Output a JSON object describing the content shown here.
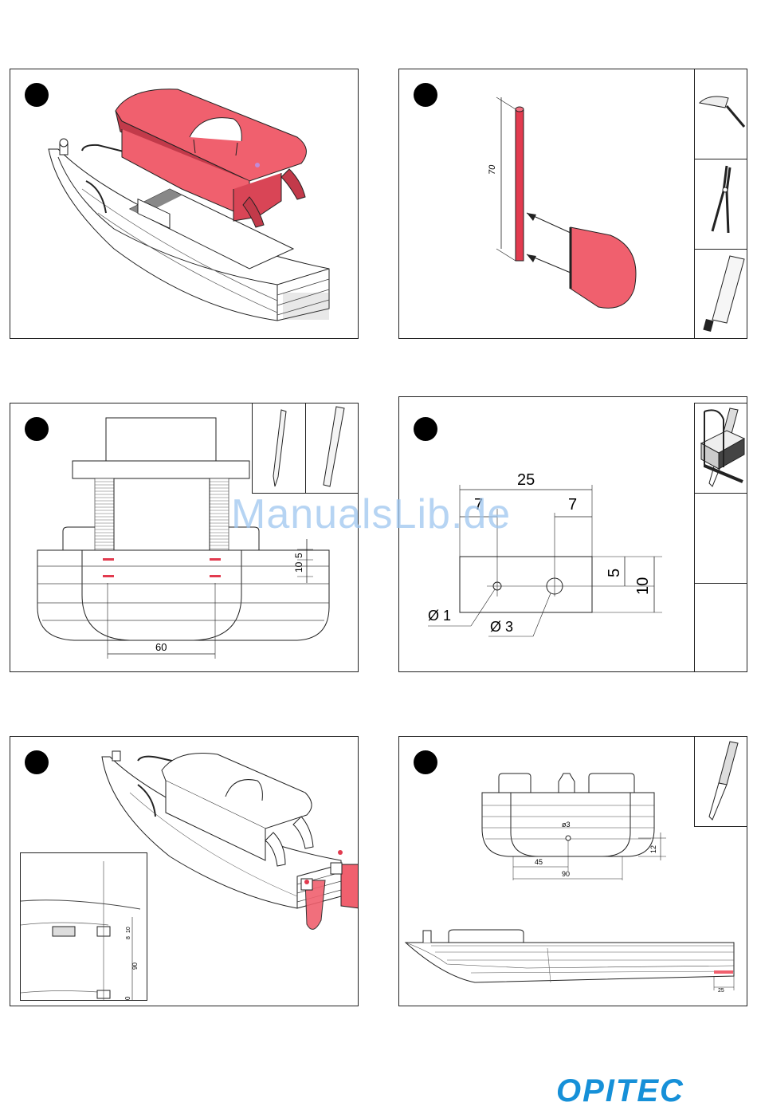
{
  "watermark": "ManualsLib.de",
  "brand": {
    "logo_text": "OPITEC",
    "color": "#1690d8"
  },
  "colors": {
    "part_highlight": "#f0606e",
    "ink": "#222222"
  },
  "panel2": {
    "dim_length": "70"
  },
  "panel3": {
    "dim_a": "10",
    "dim_b": "5",
    "dim_width": "60"
  },
  "panel4": {
    "dim_total": "25",
    "dim_left": "7",
    "dim_right": "7",
    "dim_height_small": "5",
    "dim_height": "10",
    "hole_small": "Ø 1",
    "hole_large": "Ø 3"
  },
  "panel5": {
    "inset_dim_a": "10",
    "inset_dim_b": "8",
    "inset_dim_c": "90",
    "inset_dim_d": "0"
  },
  "panel6": {
    "hole": "ø3",
    "dim_half": "45",
    "dim_width": "90",
    "dim_height": "12",
    "dim_stern": "25"
  },
  "tools": [
    "knife-icon",
    "pliers-icon",
    "glue-icon",
    "pencil-icon",
    "file-icon",
    "drill-icon",
    "sandpaper-icon",
    "saw-icon",
    "drill-icon"
  ]
}
